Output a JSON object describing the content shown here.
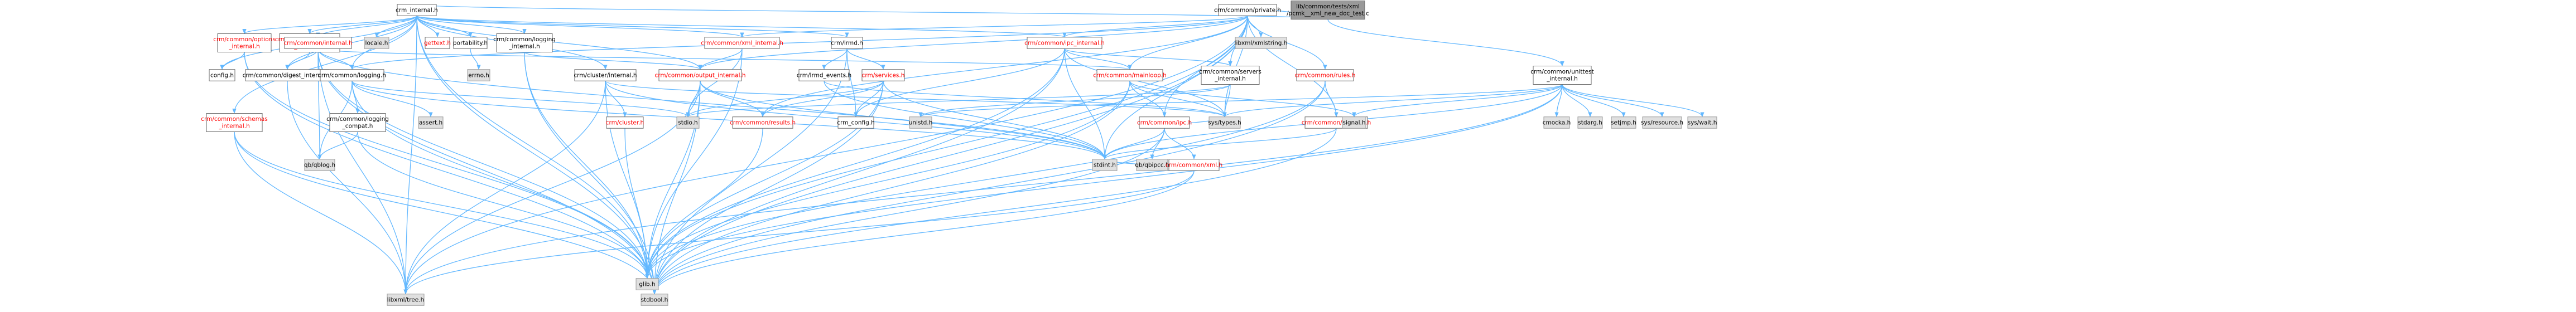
{
  "graph": {
    "colors": {
      "edge": "#63b8ff",
      "node_root_fill": "#999999",
      "node_fill": "#ffffff",
      "node_leaf_fill": "#e0e0e0",
      "node_border": "#666666",
      "node_border_leaf": "#999999",
      "link_text": "#000000",
      "truncated_text": "#ff0000"
    },
    "nodes": [
      {
        "id": "root",
        "label": [
          "lib/common/tests/xml",
          "/pcmk__xml_new_doc_test.c"
        ],
        "style": "root"
      },
      {
        "id": "crm_internal",
        "label": [
          "crm_internal.h"
        ],
        "style": "normal"
      },
      {
        "id": "crm_common_private",
        "label": [
          "crm/common/private.h"
        ],
        "style": "normal"
      },
      {
        "id": "unittest_internal",
        "label": [
          "crm/common/unittest",
          "_internal.h"
        ],
        "style": "normal"
      },
      {
        "id": "config",
        "label": [
          "config.h"
        ],
        "style": "normal"
      },
      {
        "id": "glib",
        "label": [
          "glib.h"
        ],
        "style": "leaf"
      },
      {
        "id": "libxml_tree",
        "label": [
          "libxml/tree.h"
        ],
        "style": "leaf"
      },
      {
        "id": "sched_internal",
        "label": [
          "crm/common/scheduler",
          "_internal.h"
        ],
        "style": "trunc"
      },
      {
        "id": "locale",
        "label": [
          "locale.h"
        ],
        "style": "leaf"
      },
      {
        "id": "digest_internal",
        "label": [
          "crm/common/digest_internal.h"
        ],
        "style": "normal"
      },
      {
        "id": "options_internal",
        "label": [
          "crm/common/options",
          "_internal.h"
        ],
        "style": "trunc"
      },
      {
        "id": "common_internal",
        "label": [
          "crm/common/internal.h"
        ],
        "style": "trunc"
      },
      {
        "id": "gettext",
        "label": [
          "gettext.h"
        ],
        "style": "trunc"
      },
      {
        "id": "portability",
        "label": [
          "portability.h"
        ],
        "style": "normal"
      },
      {
        "id": "logging_internal",
        "label": [
          "crm/common/logging",
          "_internal.h"
        ],
        "style": "normal"
      },
      {
        "id": "xml_internal",
        "label": [
          "crm/common/xml_internal.h"
        ],
        "style": "trunc"
      },
      {
        "id": "lrmd",
        "label": [
          "crm/lrmd.h"
        ],
        "style": "normal"
      },
      {
        "id": "ipc_internal",
        "label": [
          "crm/common/ipc_internal.h"
        ],
        "style": "trunc"
      },
      {
        "id": "libxml_xmlstring",
        "label": [
          "libxml/xmlstring.h"
        ],
        "style": "leaf"
      },
      {
        "id": "schemas_internal",
        "label": [
          "crm/common/schemas",
          "_internal.h"
        ],
        "style": "trunc"
      },
      {
        "id": "logging",
        "label": [
          "crm/common/logging.h"
        ],
        "style": "normal"
      },
      {
        "id": "cluster_internal",
        "label": [
          "crm/cluster/internal.h"
        ],
        "style": "normal"
      },
      {
        "id": "output_internal",
        "label": [
          "crm/common/output_internal.h"
        ],
        "style": "trunc"
      },
      {
        "id": "errno",
        "label": [
          "errno.h"
        ],
        "style": "leaf"
      },
      {
        "id": "lrmd_events",
        "label": [
          "crm/lrmd_events.h"
        ],
        "style": "normal"
      },
      {
        "id": "services",
        "label": [
          "crm/services.h"
        ],
        "style": "trunc"
      },
      {
        "id": "mainloop",
        "label": [
          "crm/common/mainloop.h"
        ],
        "style": "trunc"
      },
      {
        "id": "servers_internal",
        "label": [
          "crm/common/servers",
          "_internal.h"
        ],
        "style": "normal"
      },
      {
        "id": "rules",
        "label": [
          "crm/common/rules.h"
        ],
        "style": "trunc"
      },
      {
        "id": "iso8601",
        "label": [
          "crm/common/iso8601.h"
        ],
        "style": "trunc"
      },
      {
        "id": "cmocka",
        "label": [
          "cmocka.h"
        ],
        "style": "leaf"
      },
      {
        "id": "stdarg",
        "label": [
          "stdarg.h"
        ],
        "style": "leaf"
      },
      {
        "id": "setjmp",
        "label": [
          "setjmp.h"
        ],
        "style": "leaf"
      },
      {
        "id": "sys_resource",
        "label": [
          "sys/resource.h"
        ],
        "style": "leaf"
      },
      {
        "id": "sys_wait",
        "label": [
          "sys/wait.h"
        ],
        "style": "leaf"
      },
      {
        "id": "assert",
        "label": [
          "assert.h"
        ],
        "style": "leaf"
      },
      {
        "id": "logging_compat",
        "label": [
          "crm/common/logging",
          "_compat.h"
        ],
        "style": "normal"
      },
      {
        "id": "qb_qblog",
        "label": [
          "qb/qblog.h"
        ],
        "style": "leaf"
      },
      {
        "id": "crm_cluster",
        "label": [
          "crm/cluster.h"
        ],
        "style": "trunc"
      },
      {
        "id": "stdio",
        "label": [
          "stdio.h"
        ],
        "style": "leaf"
      },
      {
        "id": "results",
        "label": [
          "crm/common/results.h"
        ],
        "style": "trunc"
      },
      {
        "id": "unistd",
        "label": [
          "unistd.h"
        ],
        "style": "leaf"
      },
      {
        "id": "crm_config",
        "label": [
          "crm_config.h"
        ],
        "style": "normal"
      },
      {
        "id": "ipc",
        "label": [
          "crm/common/ipc.h"
        ],
        "style": "trunc"
      },
      {
        "id": "sys_types",
        "label": [
          "sys/types.h"
        ],
        "style": "leaf"
      },
      {
        "id": "signal",
        "label": [
          "signal.h"
        ],
        "style": "leaf"
      },
      {
        "id": "stdint",
        "label": [
          "stdint.h"
        ],
        "style": "leaf"
      },
      {
        "id": "stdbool",
        "label": [
          "stdbool.h"
        ],
        "style": "leaf"
      },
      {
        "id": "qb_qbipcc",
        "label": [
          "qb/qbipcc.h"
        ],
        "style": "leaf"
      },
      {
        "id": "common_xml",
        "label": [
          "crm/common/xml.h"
        ],
        "style": "trunc"
      }
    ],
    "edges": [
      [
        "root",
        "crm_internal"
      ],
      [
        "root",
        "crm_common_private"
      ],
      [
        "root",
        "unittest_internal"
      ],
      [
        "crm_internal",
        "config"
      ],
      [
        "crm_internal",
        "glib"
      ],
      [
        "crm_internal",
        "libxml_tree"
      ],
      [
        "crm_internal",
        "sched_internal"
      ],
      [
        "crm_internal",
        "locale"
      ],
      [
        "crm_internal",
        "digest_internal"
      ],
      [
        "crm_internal",
        "options_internal"
      ],
      [
        "crm_internal",
        "common_internal"
      ],
      [
        "crm_internal",
        "gettext"
      ],
      [
        "crm_internal",
        "portability"
      ],
      [
        "crm_internal",
        "logging_internal"
      ],
      [
        "crm_internal",
        "xml_internal"
      ],
      [
        "crm_internal",
        "lrmd"
      ],
      [
        "crm_internal",
        "ipc_internal"
      ],
      [
        "crm_internal",
        "schemas_internal"
      ],
      [
        "crm_internal",
        "logging"
      ],
      [
        "crm_internal",
        "cluster_internal"
      ],
      [
        "crm_internal",
        "output_internal"
      ],
      [
        "crm_internal",
        "stdbool"
      ],
      [
        "crm_common_private",
        "libxml_xmlstring"
      ],
      [
        "crm_common_private",
        "mainloop"
      ],
      [
        "crm_common_private",
        "rules"
      ],
      [
        "crm_common_private",
        "iso8601"
      ],
      [
        "crm_common_private",
        "servers_internal"
      ],
      [
        "crm_common_private",
        "xml_internal"
      ],
      [
        "crm_common_private",
        "ipc_internal"
      ],
      [
        "crm_common_private",
        "logging"
      ],
      [
        "crm_common_private",
        "output_internal"
      ],
      [
        "crm_common_private",
        "results"
      ],
      [
        "crm_common_private",
        "stdint"
      ],
      [
        "crm_common_private",
        "sys_types"
      ],
      [
        "crm_common_private",
        "libxml_tree"
      ],
      [
        "crm_common_private",
        "glib"
      ],
      [
        "crm_common_private",
        "stdbool"
      ],
      [
        "crm_common_private",
        "ipc"
      ],
      [
        "unittest_internal",
        "cmocka"
      ],
      [
        "unittest_internal",
        "stdarg"
      ],
      [
        "unittest_internal",
        "setjmp"
      ],
      [
        "unittest_internal",
        "sys_resource"
      ],
      [
        "unittest_internal",
        "sys_wait"
      ],
      [
        "unittest_internal",
        "signal"
      ],
      [
        "unittest_internal",
        "sys_types"
      ],
      [
        "unittest_internal",
        "unistd"
      ],
      [
        "unittest_internal",
        "stdint"
      ],
      [
        "unittest_internal",
        "glib"
      ],
      [
        "unittest_internal",
        "libxml_tree"
      ],
      [
        "sched_internal",
        "digest_internal"
      ],
      [
        "options_internal",
        "config"
      ],
      [
        "options_internal",
        "glib"
      ],
      [
        "options_internal",
        "stdbool"
      ],
      [
        "digest_internal",
        "libxml_tree"
      ],
      [
        "common_internal",
        "digest_internal"
      ],
      [
        "common_internal",
        "logging"
      ],
      [
        "common_internal",
        "mainloop"
      ],
      [
        "common_internal",
        "qb_qblog"
      ],
      [
        "common_internal",
        "glib"
      ],
      [
        "common_internal",
        "libxml_tree"
      ],
      [
        "common_internal",
        "stdbool"
      ],
      [
        "common_internal",
        "stdint"
      ],
      [
        "portability",
        "errno"
      ],
      [
        "logging_internal",
        "output_internal"
      ],
      [
        "logging_internal",
        "glib"
      ],
      [
        "logging_internal",
        "stdbool"
      ],
      [
        "xml_internal",
        "output_internal"
      ],
      [
        "xml_internal",
        "stdio"
      ],
      [
        "xml_internal",
        "glib"
      ],
      [
        "lrmd",
        "lrmd_events"
      ],
      [
        "lrmd",
        "services"
      ],
      [
        "lrmd",
        "stdbool"
      ],
      [
        "lrmd",
        "crm_config"
      ],
      [
        "ipc_internal",
        "mainloop"
      ],
      [
        "ipc_internal",
        "servers_internal"
      ],
      [
        "ipc_internal",
        "crm_config"
      ],
      [
        "ipc_internal",
        "stdbool"
      ],
      [
        "ipc_internal",
        "stdint"
      ],
      [
        "ipc_internal",
        "glib"
      ],
      [
        "ipc_internal",
        "sys_types"
      ],
      [
        "schemas_internal",
        "glib"
      ],
      [
        "schemas_internal",
        "libxml_tree"
      ],
      [
        "schemas_internal",
        "stdbool"
      ],
      [
        "logging",
        "logging_compat"
      ],
      [
        "logging",
        "assert"
      ],
      [
        "logging",
        "glib"
      ],
      [
        "logging",
        "stdio"
      ],
      [
        "logging",
        "stdint"
      ],
      [
        "logging",
        "qb_qblog"
      ],
      [
        "logging_compat",
        "qb_qblog"
      ],
      [
        "logging_compat",
        "glib"
      ],
      [
        "cluster_internal",
        "crm_cluster"
      ],
      [
        "cluster_internal",
        "glib"
      ],
      [
        "cluster_internal",
        "stdint"
      ],
      [
        "cluster_internal",
        "libxml_tree"
      ],
      [
        "cluster_internal",
        "sys_types"
      ],
      [
        "output_internal",
        "stdio"
      ],
      [
        "output_internal",
        "libxml_tree"
      ],
      [
        "output_internal",
        "glib"
      ],
      [
        "output_internal",
        "stdbool"
      ],
      [
        "output_internal",
        "stdint"
      ],
      [
        "output_internal",
        "results"
      ],
      [
        "crm_cluster",
        "glib"
      ],
      [
        "lrmd_events",
        "stdint"
      ],
      [
        "lrmd_events",
        "sys_types"
      ],
      [
        "services",
        "stdio"
      ],
      [
        "services",
        "stdint"
      ],
      [
        "services",
        "stdbool"
      ],
      [
        "services",
        "glib"
      ],
      [
        "services",
        "results"
      ],
      [
        "services",
        "crm_config"
      ],
      [
        "mainloop",
        "ipc"
      ],
      [
        "mainloop",
        "signal"
      ],
      [
        "mainloop",
        "sys_types"
      ],
      [
        "mainloop",
        "glib"
      ],
      [
        "mainloop",
        "stdbool"
      ],
      [
        "servers_internal",
        "unistd"
      ],
      [
        "servers_internal",
        "sys_types"
      ],
      [
        "servers_internal",
        "stdio"
      ],
      [
        "rules",
        "iso8601"
      ],
      [
        "rules",
        "glib"
      ],
      [
        "rules",
        "stdbool"
      ],
      [
        "iso8601",
        "stdint"
      ],
      [
        "iso8601",
        "stdbool"
      ],
      [
        "results",
        "glib"
      ],
      [
        "ipc",
        "qb_qbipcc"
      ],
      [
        "ipc",
        "common_xml"
      ],
      [
        "ipc",
        "stdint"
      ],
      [
        "ipc",
        "sys_types"
      ],
      [
        "ipc",
        "stdbool"
      ],
      [
        "common_xml",
        "libxml_tree"
      ],
      [
        "common_xml",
        "stdbool"
      ],
      [
        "common_xml",
        "stdint"
      ]
    ]
  }
}
